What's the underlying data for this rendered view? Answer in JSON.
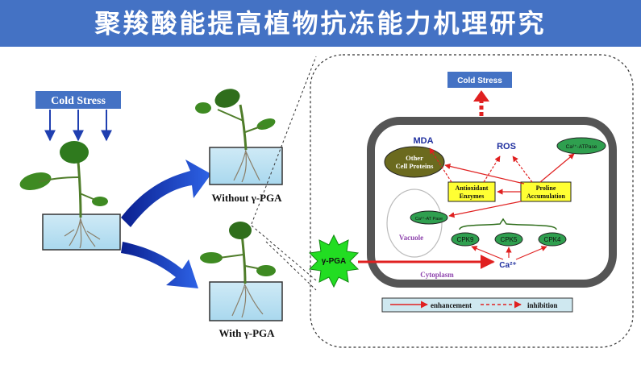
{
  "title": "聚羧酸能提高植物抗冻能力机理研究",
  "left_panel": {
    "cold_stress_label": "Cold Stress",
    "without_label": "Without γ-PGA",
    "with_label": "With γ-PGA"
  },
  "diagram": {
    "cold_stress_label": "Cold Stress",
    "mda": "MDA",
    "ros": "ROS",
    "other_cell_proteins": "Other Cell Proteins",
    "other_cell_proteins_line1": "Other",
    "other_cell_proteins_line2": "Cell Proteins",
    "ca_atpase_top": "Ca²⁺-ATPase",
    "antioxidant_line1": "Antioxidant",
    "antioxidant_line2": "Enzymes",
    "proline_line1": "Proline",
    "proline_line2": "Accumulation",
    "ca_atpase_vacuole": "Ca²⁺-AT Pase",
    "vacuole": "Vacuole",
    "cpk9": "CPK9",
    "cpk5": "CPK5",
    "cpk4": "CPK4",
    "ca2": "Ca²⁺",
    "pga_burst": "γ-PGA",
    "cytoplasm": "Cytoplasm",
    "legend_enhancement": "enhancement",
    "legend_inhibition": "inhibition"
  },
  "colors": {
    "banner": "#4472c4",
    "cold_stress_box": "#4472c4",
    "arrow_blue": "#1f3fb0",
    "enhancement_red": "#e02020",
    "green_burst": "#22dd22",
    "yellow_box": "#ffff33",
    "olive_ellipse": "#6b6a1e",
    "green_ellipse": "#2f9f4f",
    "vacuole_border": "#9b59b6",
    "legend_bg": "#cfe8f0"
  }
}
